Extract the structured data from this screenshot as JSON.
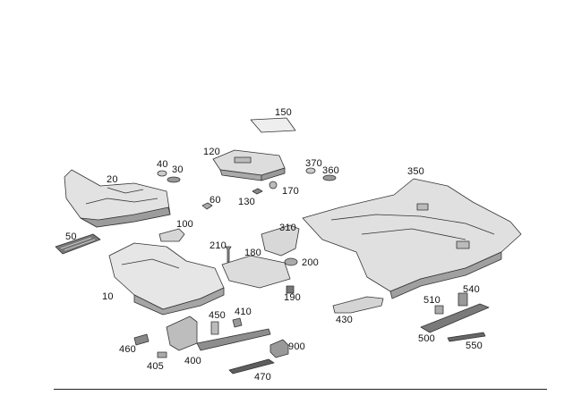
{
  "callouts": {
    "c10": "10",
    "c20": "20",
    "c30": "30",
    "c40": "40",
    "c50": "50",
    "c60": "60",
    "c100": "100",
    "c120": "120",
    "c130": "130",
    "c150": "150",
    "c170": "170",
    "c180": "180",
    "c190": "190",
    "c200": "200",
    "c210": "210",
    "c310": "310",
    "c350": "350",
    "c360": "360",
    "c370": "370",
    "c400": "400",
    "c405": "405",
    "c410": "410",
    "c430": "430",
    "c450": "450",
    "c460": "460",
    "c470": "470",
    "c500": "500",
    "c510": "510",
    "c540": "540",
    "c550": "550",
    "c900": "900"
  },
  "colors": {
    "line": "#333333",
    "fill_light": "#e9e9e9",
    "fill_mid": "#cfcfcf",
    "fill_dark": "#9a9a9a"
  }
}
